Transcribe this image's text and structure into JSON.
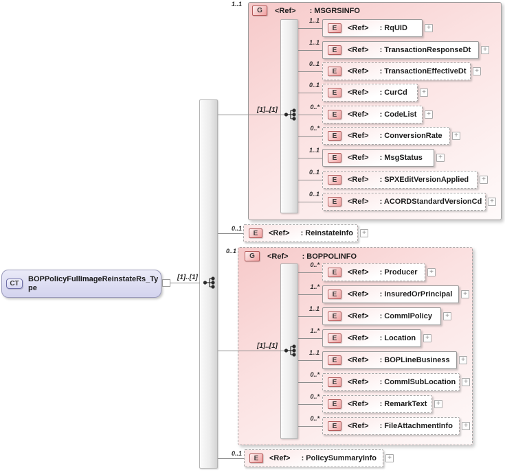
{
  "colors": {
    "group_fill_pink": "#f6c9c9",
    "element_fill_pink": "#fbe3e3",
    "badge_border_red": "#b35a5a",
    "root_node_lavender": "#d3d3ee",
    "connector_gray": "#8c8c8c"
  },
  "icons": {
    "expand": "+"
  },
  "root": {
    "badge": "CT",
    "name": "BOPPolicyFullImageReinstateRs_Type",
    "cardinality": "[1]..[1]"
  },
  "msgrsinfo": {
    "badge": "G",
    "ref": "<Ref>",
    "name": ": MSGRSINFO",
    "cardinality": "1..1",
    "content_cardinality": "[1]..[1]",
    "children": [
      {
        "badge": "E",
        "ref": "<Ref>",
        "name": ": RqUID",
        "cardinality": "1..1"
      },
      {
        "badge": "E",
        "ref": "<Ref>",
        "name": ": TransactionResponseDt",
        "cardinality": "1..1"
      },
      {
        "badge": "E",
        "ref": "<Ref>",
        "name": ": TransactionEffectiveDt",
        "cardinality": "0..1"
      },
      {
        "badge": "E",
        "ref": "<Ref>",
        "name": ": CurCd",
        "cardinality": "0..1"
      },
      {
        "badge": "E",
        "ref": "<Ref>",
        "name": ": CodeList",
        "cardinality": "0..*"
      },
      {
        "badge": "E",
        "ref": "<Ref>",
        "name": ": ConversionRate",
        "cardinality": "0..*"
      },
      {
        "badge": "E",
        "ref": "<Ref>",
        "name": ": MsgStatus",
        "cardinality": "1..1"
      },
      {
        "badge": "E",
        "ref": "<Ref>",
        "name": ": SPXEditVersionApplied",
        "cardinality": "0..1"
      },
      {
        "badge": "E",
        "ref": "<Ref>",
        "name": ": ACORDStandardVersionCd",
        "cardinality": "0..1"
      }
    ]
  },
  "reinstateinfo": {
    "badge": "E",
    "ref": "<Ref>",
    "name": ": ReinstateInfo",
    "cardinality": "0..1"
  },
  "boppolinfo": {
    "badge": "G",
    "ref": "<Ref>",
    "name": ": BOPPOLINFO",
    "cardinality": "0..1",
    "content_cardinality": "[1]..[1]",
    "children": [
      {
        "badge": "E",
        "ref": "<Ref>",
        "name": ": Producer",
        "cardinality": "0..*"
      },
      {
        "badge": "E",
        "ref": "<Ref>",
        "name": ": InsuredOrPrincipal",
        "cardinality": "1..*"
      },
      {
        "badge": "E",
        "ref": "<Ref>",
        "name": ": CommlPolicy",
        "cardinality": "1..1"
      },
      {
        "badge": "E",
        "ref": "<Ref>",
        "name": ": Location",
        "cardinality": "1..*"
      },
      {
        "badge": "E",
        "ref": "<Ref>",
        "name": ": BOPLineBusiness",
        "cardinality": "1..1"
      },
      {
        "badge": "E",
        "ref": "<Ref>",
        "name": ": CommlSubLocation",
        "cardinality": "0..*"
      },
      {
        "badge": "E",
        "ref": "<Ref>",
        "name": ": RemarkText",
        "cardinality": "0..*"
      },
      {
        "badge": "E",
        "ref": "<Ref>",
        "name": ": FileAttachmentInfo",
        "cardinality": "0..*"
      }
    ]
  },
  "policysummaryinfo": {
    "badge": "E",
    "ref": "<Ref>",
    "name": ": PolicySummaryInfo",
    "cardinality": "0..1"
  }
}
